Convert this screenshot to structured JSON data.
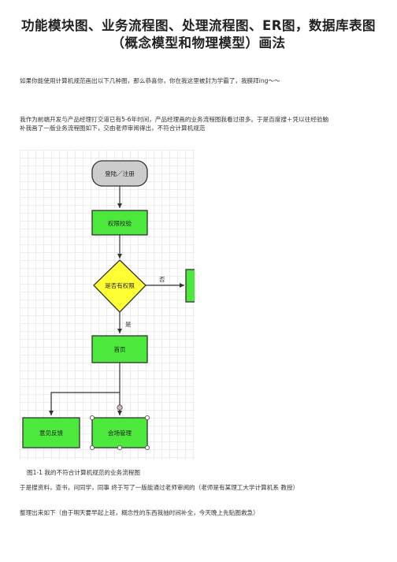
{
  "article": {
    "title_line1": "功能模块图、业务流程图、处理流程图、ER图，数据库表图",
    "title_line2": "（概念模型和物理模型）画法",
    "para1": "如果你能使用计算机规范画出以下几种图，那么恭喜你，你在我这里被封为学霸了，我膜拜ing～～",
    "para2_line1": "我作为前端开发与产品经理打交道已有5-6年时间，产品经理画的业务流程图我看过很多。于是百度搜＋凭以往经验脑",
    "para2_line2": "补我画了一版业务流程图如下，交由老师审阅得出，不符合计算机规范",
    "caption": "图1-1  我的不符合计算机规范的业务流程图",
    "para3": "于是搜资料，查书，问同学，同事 终于写了一版能通过老师审阅的（老师是有某理工大学计算机系 教授）",
    "para4": "整理出来如下（由于明天要早起上班，概念性的东西我抽时间补全，今天晚上先贴图救急）"
  },
  "flowchart": {
    "start_node": "登陆／注册",
    "check_node": "权限校验",
    "decision_node": "是否有权限",
    "home_node": "首页",
    "feedback_node": "意见反馈",
    "venue_node": "会场管理",
    "no_label": "否",
    "yes_label": "是",
    "colors": {
      "process_fill": "#4de83c",
      "decision_fill": "#ffff33",
      "start_fill": "#cccccc",
      "stroke": "#333333",
      "selection_handle": "#c9a0a0"
    }
  }
}
